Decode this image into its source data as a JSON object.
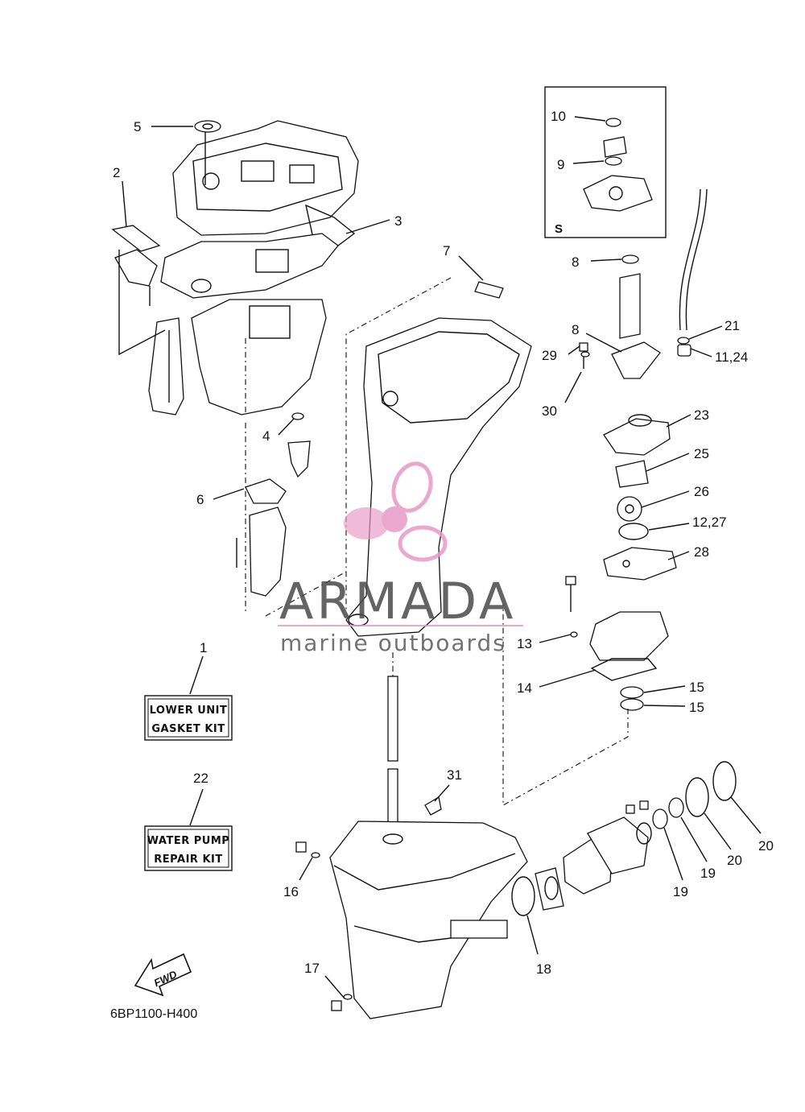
{
  "diagram": {
    "part_code": "6BP1100-H400",
    "fwd_label": "FWD",
    "inset_label": "S",
    "kits": [
      {
        "number": "1",
        "line1": "LOWER UNIT",
        "line2": "GASKET KIT"
      },
      {
        "number": "22",
        "line1": "WATER PUMP",
        "line2": "REPAIR KIT"
      }
    ],
    "callouts": [
      "5",
      "2",
      "3",
      "7",
      "10",
      "9",
      "8",
      "8",
      "21",
      "11,24",
      "29",
      "30",
      "23",
      "25",
      "26",
      "12,27",
      "28",
      "4",
      "6",
      "13",
      "14",
      "15",
      "15",
      "31",
      "16",
      "18",
      "19",
      "19",
      "20",
      "20",
      "17"
    ]
  },
  "watermark": {
    "brand": "ARMADA",
    "tagline": "marine outboards",
    "accent_color": "#e89ac7"
  }
}
